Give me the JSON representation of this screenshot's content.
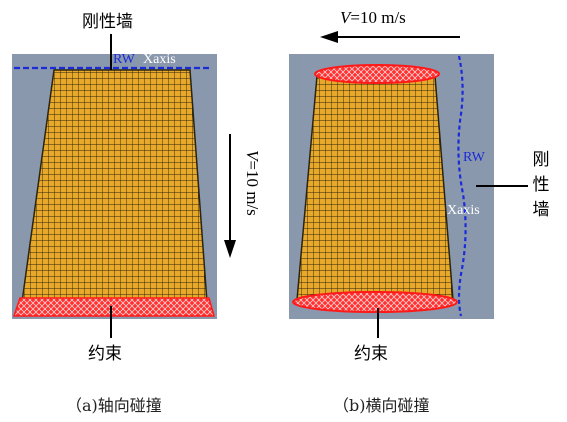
{
  "left_panel": {
    "top_label": "刚性墙",
    "rw_label": "RW",
    "xaxis_label": "Xaxis",
    "velocity_var": "V",
    "velocity_value": "=10 m/s",
    "bottom_label": "约束",
    "caption": "（a)轴向碰撞"
  },
  "right_panel": {
    "velocity_var": "V",
    "velocity_value": "=10 m/s",
    "rw_label": "RW",
    "xaxis_label": "Xaxis",
    "side_label_chars": [
      "刚",
      "性",
      "墙"
    ],
    "bottom_label": "约束",
    "caption": "（b)横向碰撞"
  },
  "colors": {
    "panel_bg": "#8a98ae",
    "mesh_fill": "#e8a92a",
    "mesh_line": "#2b2410",
    "constraint": "#ff1a1a",
    "wall_line": "#1a2bd8"
  }
}
